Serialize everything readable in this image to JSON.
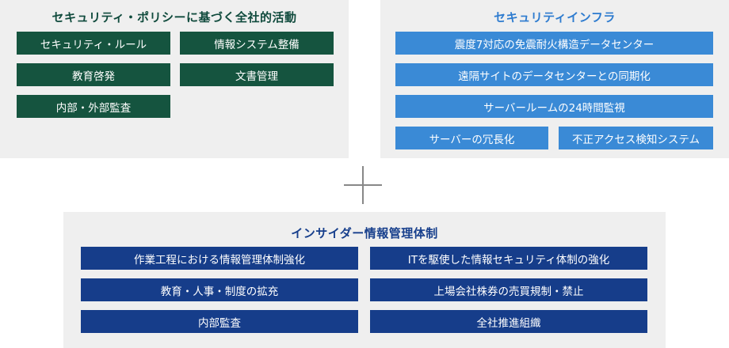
{
  "policy": {
    "title": "セキュリティ・ポリシーに基づく全社的活動",
    "items": [
      "セキュリティ・ルール",
      "情報システム整備",
      "教育啓発",
      "文書管理",
      "内部・外部監査"
    ]
  },
  "infra": {
    "title": "セキュリティインフラ",
    "items": [
      "震度7対応の免震耐火構造データセンター",
      "遠隔サイトのデータセンターとの同期化",
      "サーバールームの24時間監視",
      "サーバーの冗長化",
      "不正アクセス検知システム"
    ]
  },
  "insider": {
    "title": "インサイダー情報管理体制",
    "items": [
      "作業工程における情報管理体制強化",
      "ITを駆使した情報セキュリティ体制の強化",
      "教育・人事・制度の拡充",
      "上場会社株券の売買規制・禁止",
      "内部監査",
      "全社推進組織"
    ]
  },
  "colors": {
    "policy_box": "#15543f",
    "infra_box": "#3a8ad6",
    "insider_box": "#163d8a",
    "panel_bg": "#efefef"
  }
}
